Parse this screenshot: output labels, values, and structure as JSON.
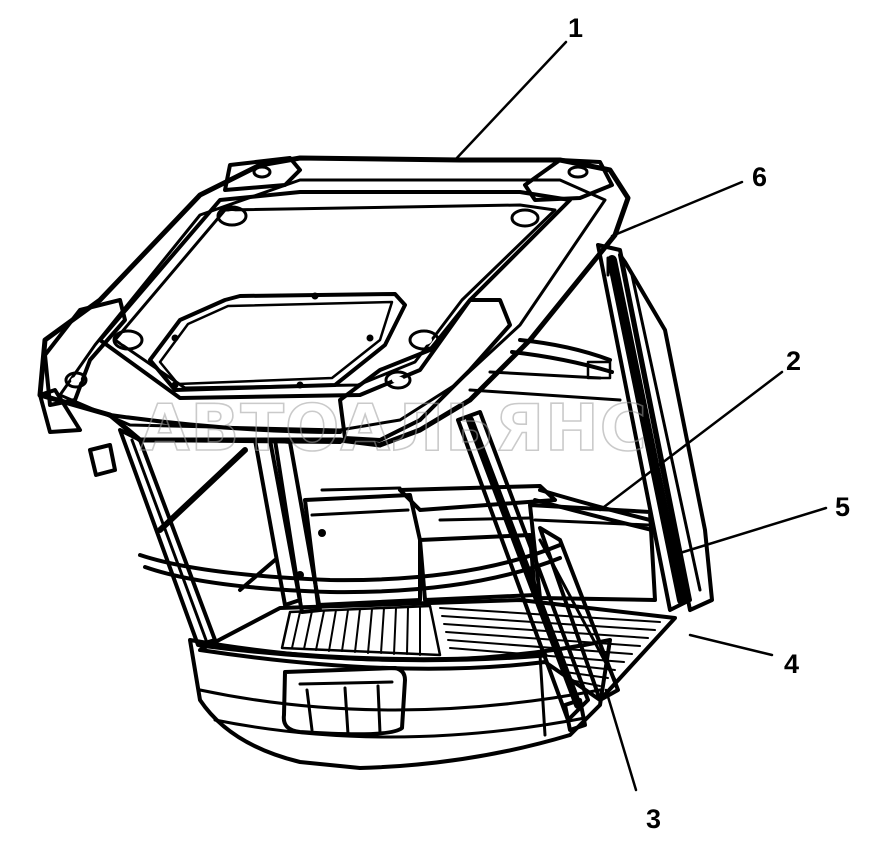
{
  "diagram": {
    "callouts": [
      {
        "id": "1",
        "label": "1"
      },
      {
        "id": "2",
        "label": "2"
      },
      {
        "id": "3",
        "label": "3"
      },
      {
        "id": "4",
        "label": "4"
      },
      {
        "id": "5",
        "label": "5"
      },
      {
        "id": "6",
        "label": "6"
      }
    ],
    "watermark": "АВТОАЛЬЯНС"
  }
}
